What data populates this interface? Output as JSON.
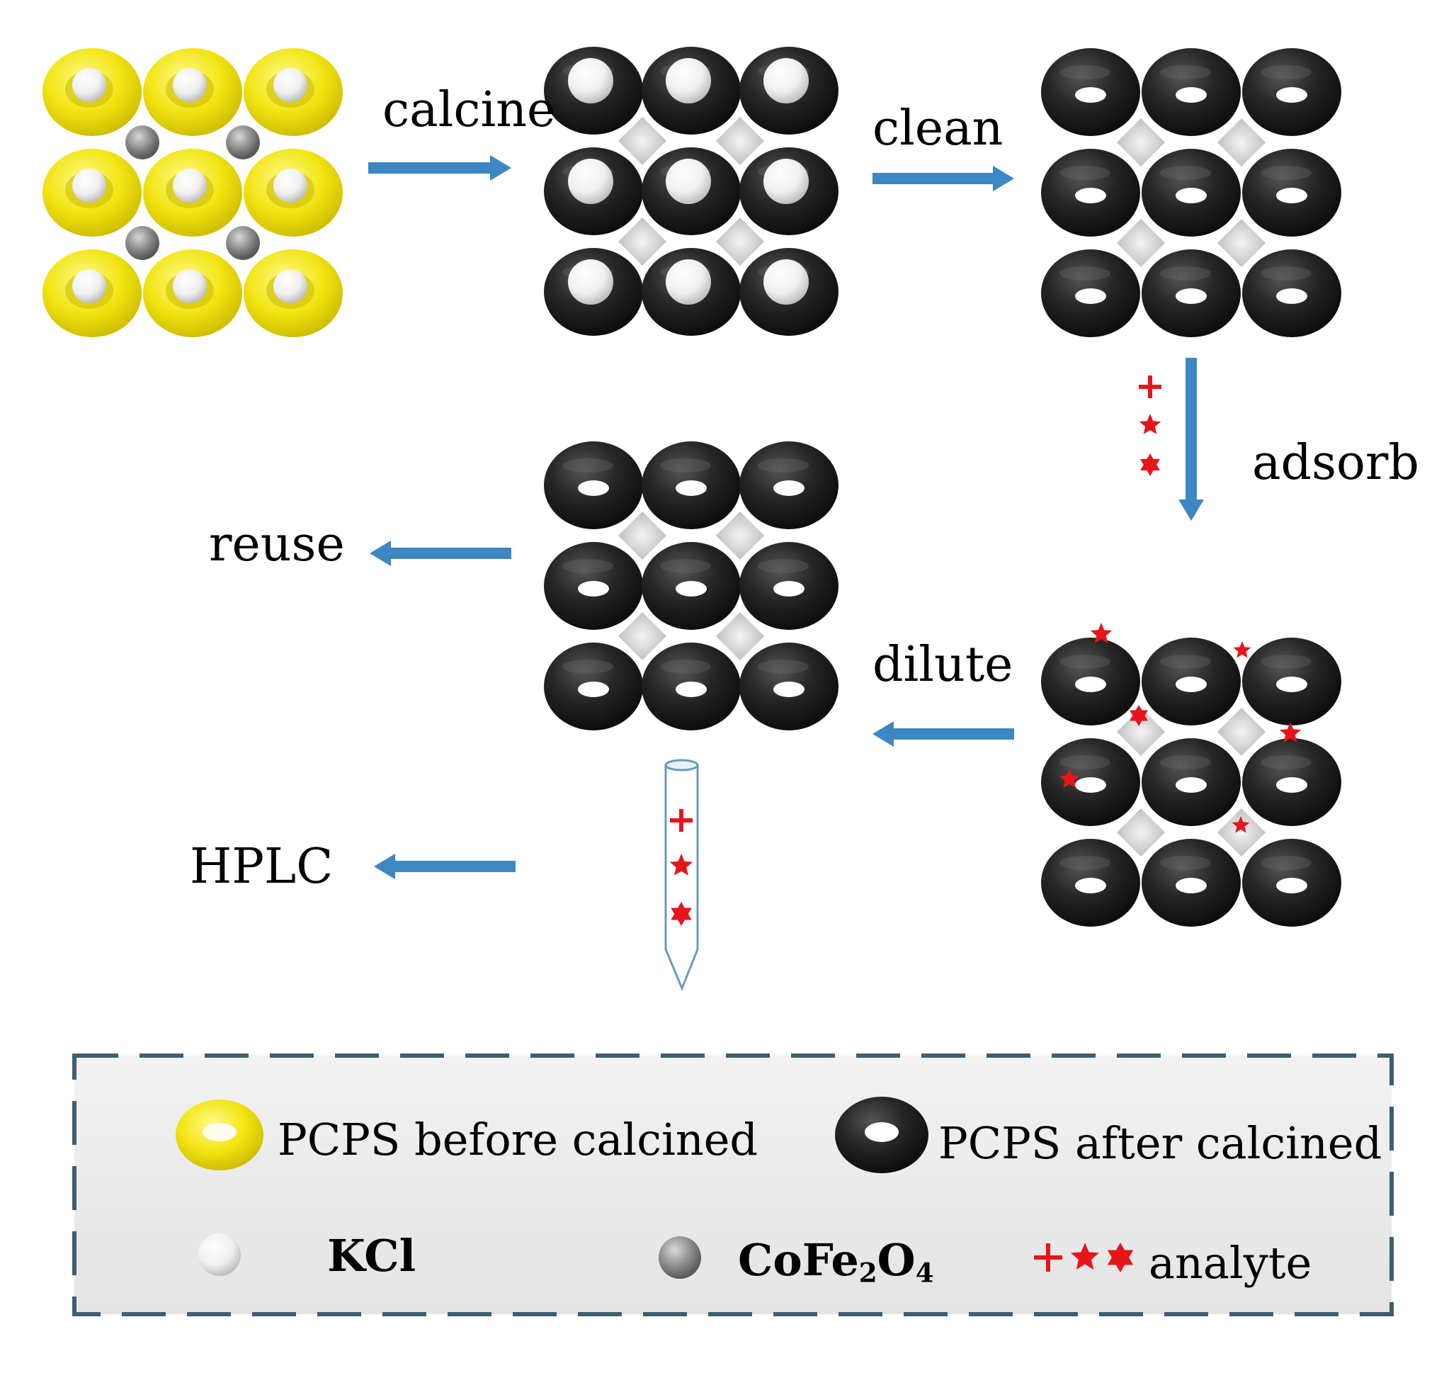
{
  "steps": {
    "calcine": "calcine",
    "clean": "clean",
    "adsorb": "adsorb",
    "dilute": "dilute",
    "reuse": "reuse",
    "hplc": "HPLC"
  },
  "legend": {
    "before": "PCPS  before calcined",
    "after": "PCPS after calcined",
    "kcl": "KCl",
    "cofe_base": "CoFe",
    "cofe_sub1": "2",
    "cofe_mid": "O",
    "cofe_sub2": "4",
    "analyte": "analyte"
  },
  "colors": {
    "arrow": "#3d87c2",
    "yellow_ring": "#f2e411",
    "black_ring": "#222222",
    "kcl_sphere": "#f6f6f6",
    "cofe_sphere": "#8a8a8a",
    "analyte": "#e8141c",
    "legend_border": "#3f5f70"
  },
  "icons": {
    "particle_before": "yellow-torus-icon",
    "particle_after": "black-torus-icon",
    "kcl": "white-sphere-icon",
    "cofe": "gray-sphere-icon",
    "analyte": "red-star-icon",
    "tube": "test-tube-icon",
    "arrow": "flow-arrow-icon"
  }
}
